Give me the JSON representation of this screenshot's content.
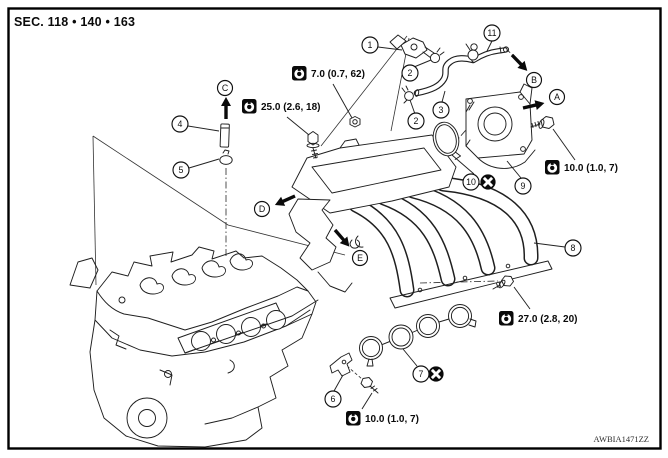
{
  "header": {
    "section_title": "SEC. 118 • 140 • 163"
  },
  "figure": {
    "code": "AWBIA1471ZZ"
  },
  "callouts": [
    {
      "label": "1"
    },
    {
      "label": "2"
    },
    {
      "label": "2"
    },
    {
      "label": "3"
    },
    {
      "label": "4"
    },
    {
      "label": "5"
    },
    {
      "label": "6"
    },
    {
      "label": "7"
    },
    {
      "label": "8"
    },
    {
      "label": "9"
    },
    {
      "label": "10"
    },
    {
      "label": "11"
    }
  ],
  "views": [
    {
      "label": "A"
    },
    {
      "label": "B"
    },
    {
      "label": "C"
    },
    {
      "label": "D"
    },
    {
      "label": "E"
    }
  ],
  "torques": [
    {
      "value": "7.0 (0.7, 62)"
    },
    {
      "value": "25.0 (2.6, 18)"
    },
    {
      "value": "10.0 (1.0, 7)"
    },
    {
      "value": "27.0 (2.8, 20)"
    },
    {
      "value": "10.0 (1.0, 7)"
    }
  ],
  "icons": {
    "torque": "torque-wrench-icon",
    "do_not_reuse": "do-not-reuse-icon"
  },
  "colors": {
    "line": "#1a1a1a",
    "background": "#ffffff"
  }
}
